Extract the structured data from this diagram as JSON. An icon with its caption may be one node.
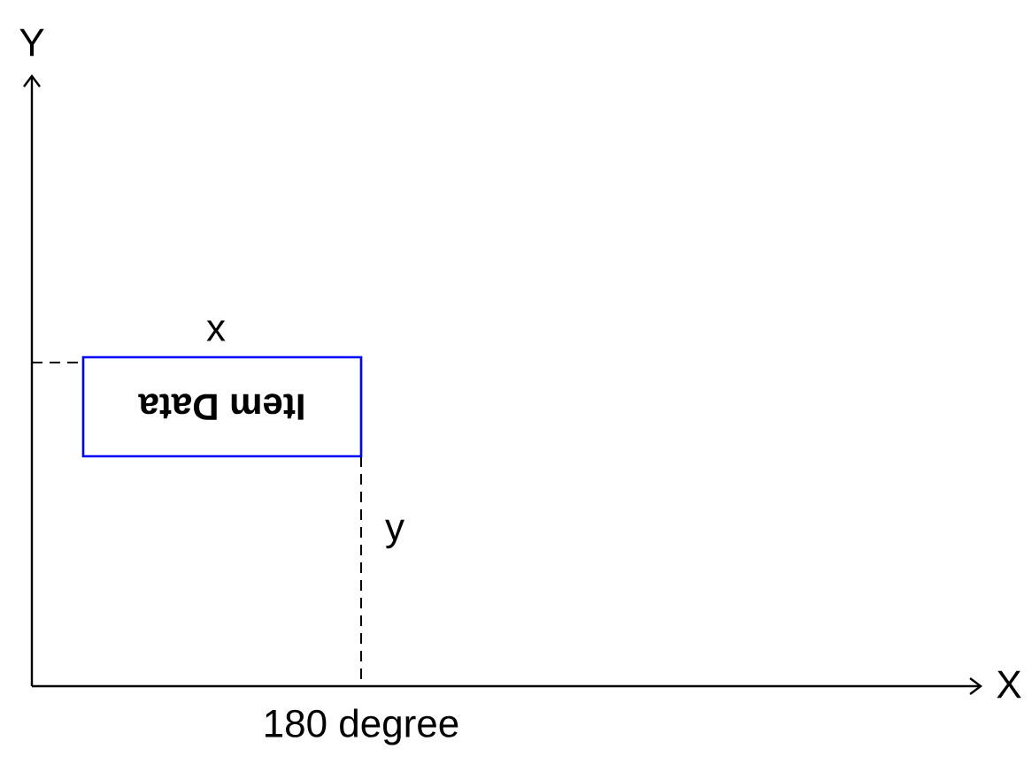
{
  "diagram": {
    "nodes": [
      {
        "text": [
          "Item Data"
        ]
      }
    ],
    "labels": [
      "Y",
      "x",
      "y",
      "X",
      "180 degree"
    ]
  }
}
